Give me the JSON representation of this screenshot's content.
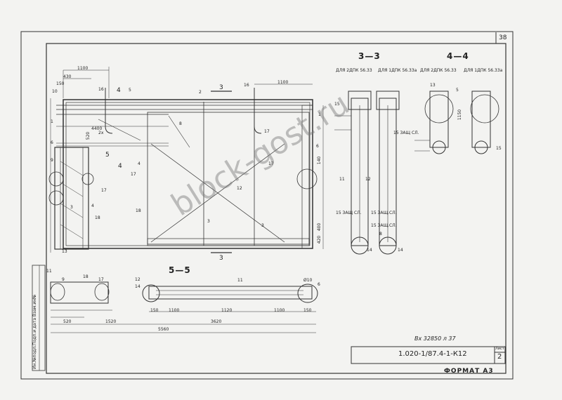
{
  "sheet": {
    "page_number": "38",
    "format_label": "ФОРМАТ А3",
    "inventory_note": "Вх 32850 л 37",
    "document_code": "1.020-1/87.4-1-К12",
    "sheet_header": "Лист",
    "sheet_number": "2",
    "left_stamp": "Ин.№подл.Подп.и дата Взам.ин№",
    "watermark": "block-gost.ru"
  },
  "sections": {
    "s33": "3—3",
    "s44": "4—4",
    "s55": "5—5",
    "sub_2dpk": "ДЛЯ 2ДПК 56.33",
    "sub_1dpk": "ДЛЯ 1ДПК 56.33а"
  },
  "dims": {
    "d1100a": "1100",
    "d430": "430",
    "d150a": "150",
    "d1100b": "1100",
    "d4400": "4400",
    "d520": "520",
    "d1520": "1520",
    "d5560": "5560",
    "d3620": "3620",
    "d1100c": "1100",
    "d1120": "1120",
    "d1100d": "1100",
    "d150b": "150",
    "d150c": "150",
    "d140": "140",
    "d1150": "1150",
    "d400": "400",
    "d420": "420",
    "d520b": "520"
  },
  "notes": {
    "zashch": "15 ЗАЩ СЛ.",
    "zashch_b": "15 ЗАЩ.СЛ.",
    "d1d10": "Ø10",
    "n2x": "2x",
    "d6": "6"
  },
  "marks": {
    "m1": "1",
    "m2": "2",
    "m3": "3",
    "m4": "4",
    "m5": "5",
    "m6": "6",
    "m8": "8",
    "m9": "9",
    "m10": "10",
    "m11": "11",
    "m12": "12",
    "m13": "13",
    "m14": "14",
    "m15": "15",
    "m16": "16",
    "m17": "17",
    "m18": "18"
  },
  "section_marks": {
    "three": "3",
    "four": "4",
    "five": "5"
  }
}
